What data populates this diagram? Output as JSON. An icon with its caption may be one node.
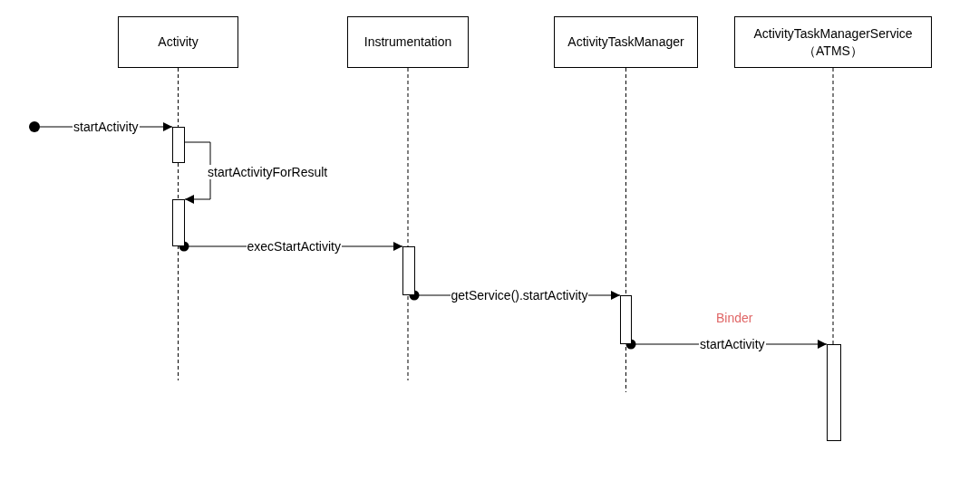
{
  "diagram": {
    "nodes": [
      {
        "text": [
          "Activity"
        ]
      },
      {
        "text": [
          "Instrumentation"
        ]
      },
      {
        "text": [
          "ActivityTaskManager"
        ]
      },
      {
        "text": [
          "ActivityTaskManagerService （ATMS）"
        ]
      },
      {
        "text": [],
        "shape": "circle"
      },
      {
        "text": [],
        "shape": "bar"
      },
      {
        "text": [],
        "shape": "bar"
      },
      {
        "text": [],
        "shape": "bar"
      },
      {
        "text": [],
        "shape": "bar"
      },
      {
        "text": [],
        "shape": "bar"
      }
    ],
    "edges": [
      {
        "from": 4,
        "to": 5,
        "arrow": "to",
        "label": "startActivity"
      },
      {
        "from": 5,
        "to": 6,
        "arrow": "to",
        "label": "startActivityForResult"
      },
      {
        "from": 6,
        "to": 7,
        "arrow": "to",
        "label": "execStartActivity"
      },
      {
        "from": 7,
        "to": 8,
        "arrow": "to",
        "label": "getService().startActivity"
      },
      {
        "from": 8,
        "to": 9,
        "arrow": "to",
        "label": "startActivity"
      },
      {
        "from": 0,
        "to": null,
        "arrow": "none",
        "style": "dashed"
      },
      {
        "from": 1,
        "to": null,
        "arrow": "none",
        "style": "dashed"
      },
      {
        "from": 2,
        "to": null,
        "arrow": "none",
        "style": "dashed"
      },
      {
        "from": 3,
        "to": 9,
        "arrow": "none",
        "style": "dashed"
      }
    ],
    "labels": [
      "Binder"
    ]
  }
}
